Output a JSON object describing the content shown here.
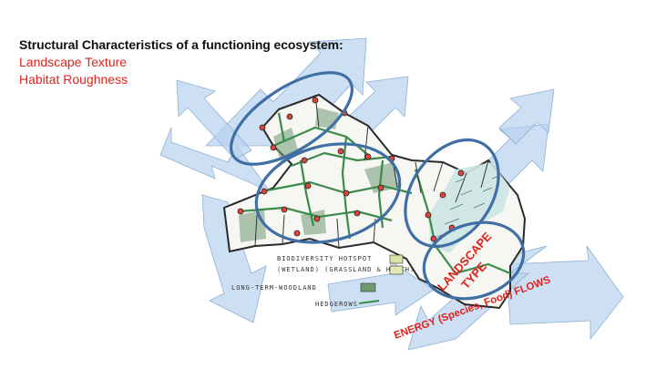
{
  "heading": {
    "title": "Structural Characteristics of a functioning ecosystem:",
    "line1": "Landscape Texture",
    "line2": "Habitat Roughness"
  },
  "legend": {
    "item1": "BIODIVERSITY HOTSPOT",
    "item1b": "(WETLAND) (GRASSLAND & HEATH)",
    "item2": "LONG-TERM-WOODLAND",
    "item3": "HEDGEROWS"
  },
  "labels": {
    "landscape": "LANDSCAPE",
    "type": "TYPE",
    "energy": "ENERGY (Species, Food) FLOWS"
  },
  "colors": {
    "arrow": "#b8d3ee",
    "ring": "#3f6fa4",
    "accent_red": "#e0231c",
    "hedge_green": "#3b8a4a"
  }
}
